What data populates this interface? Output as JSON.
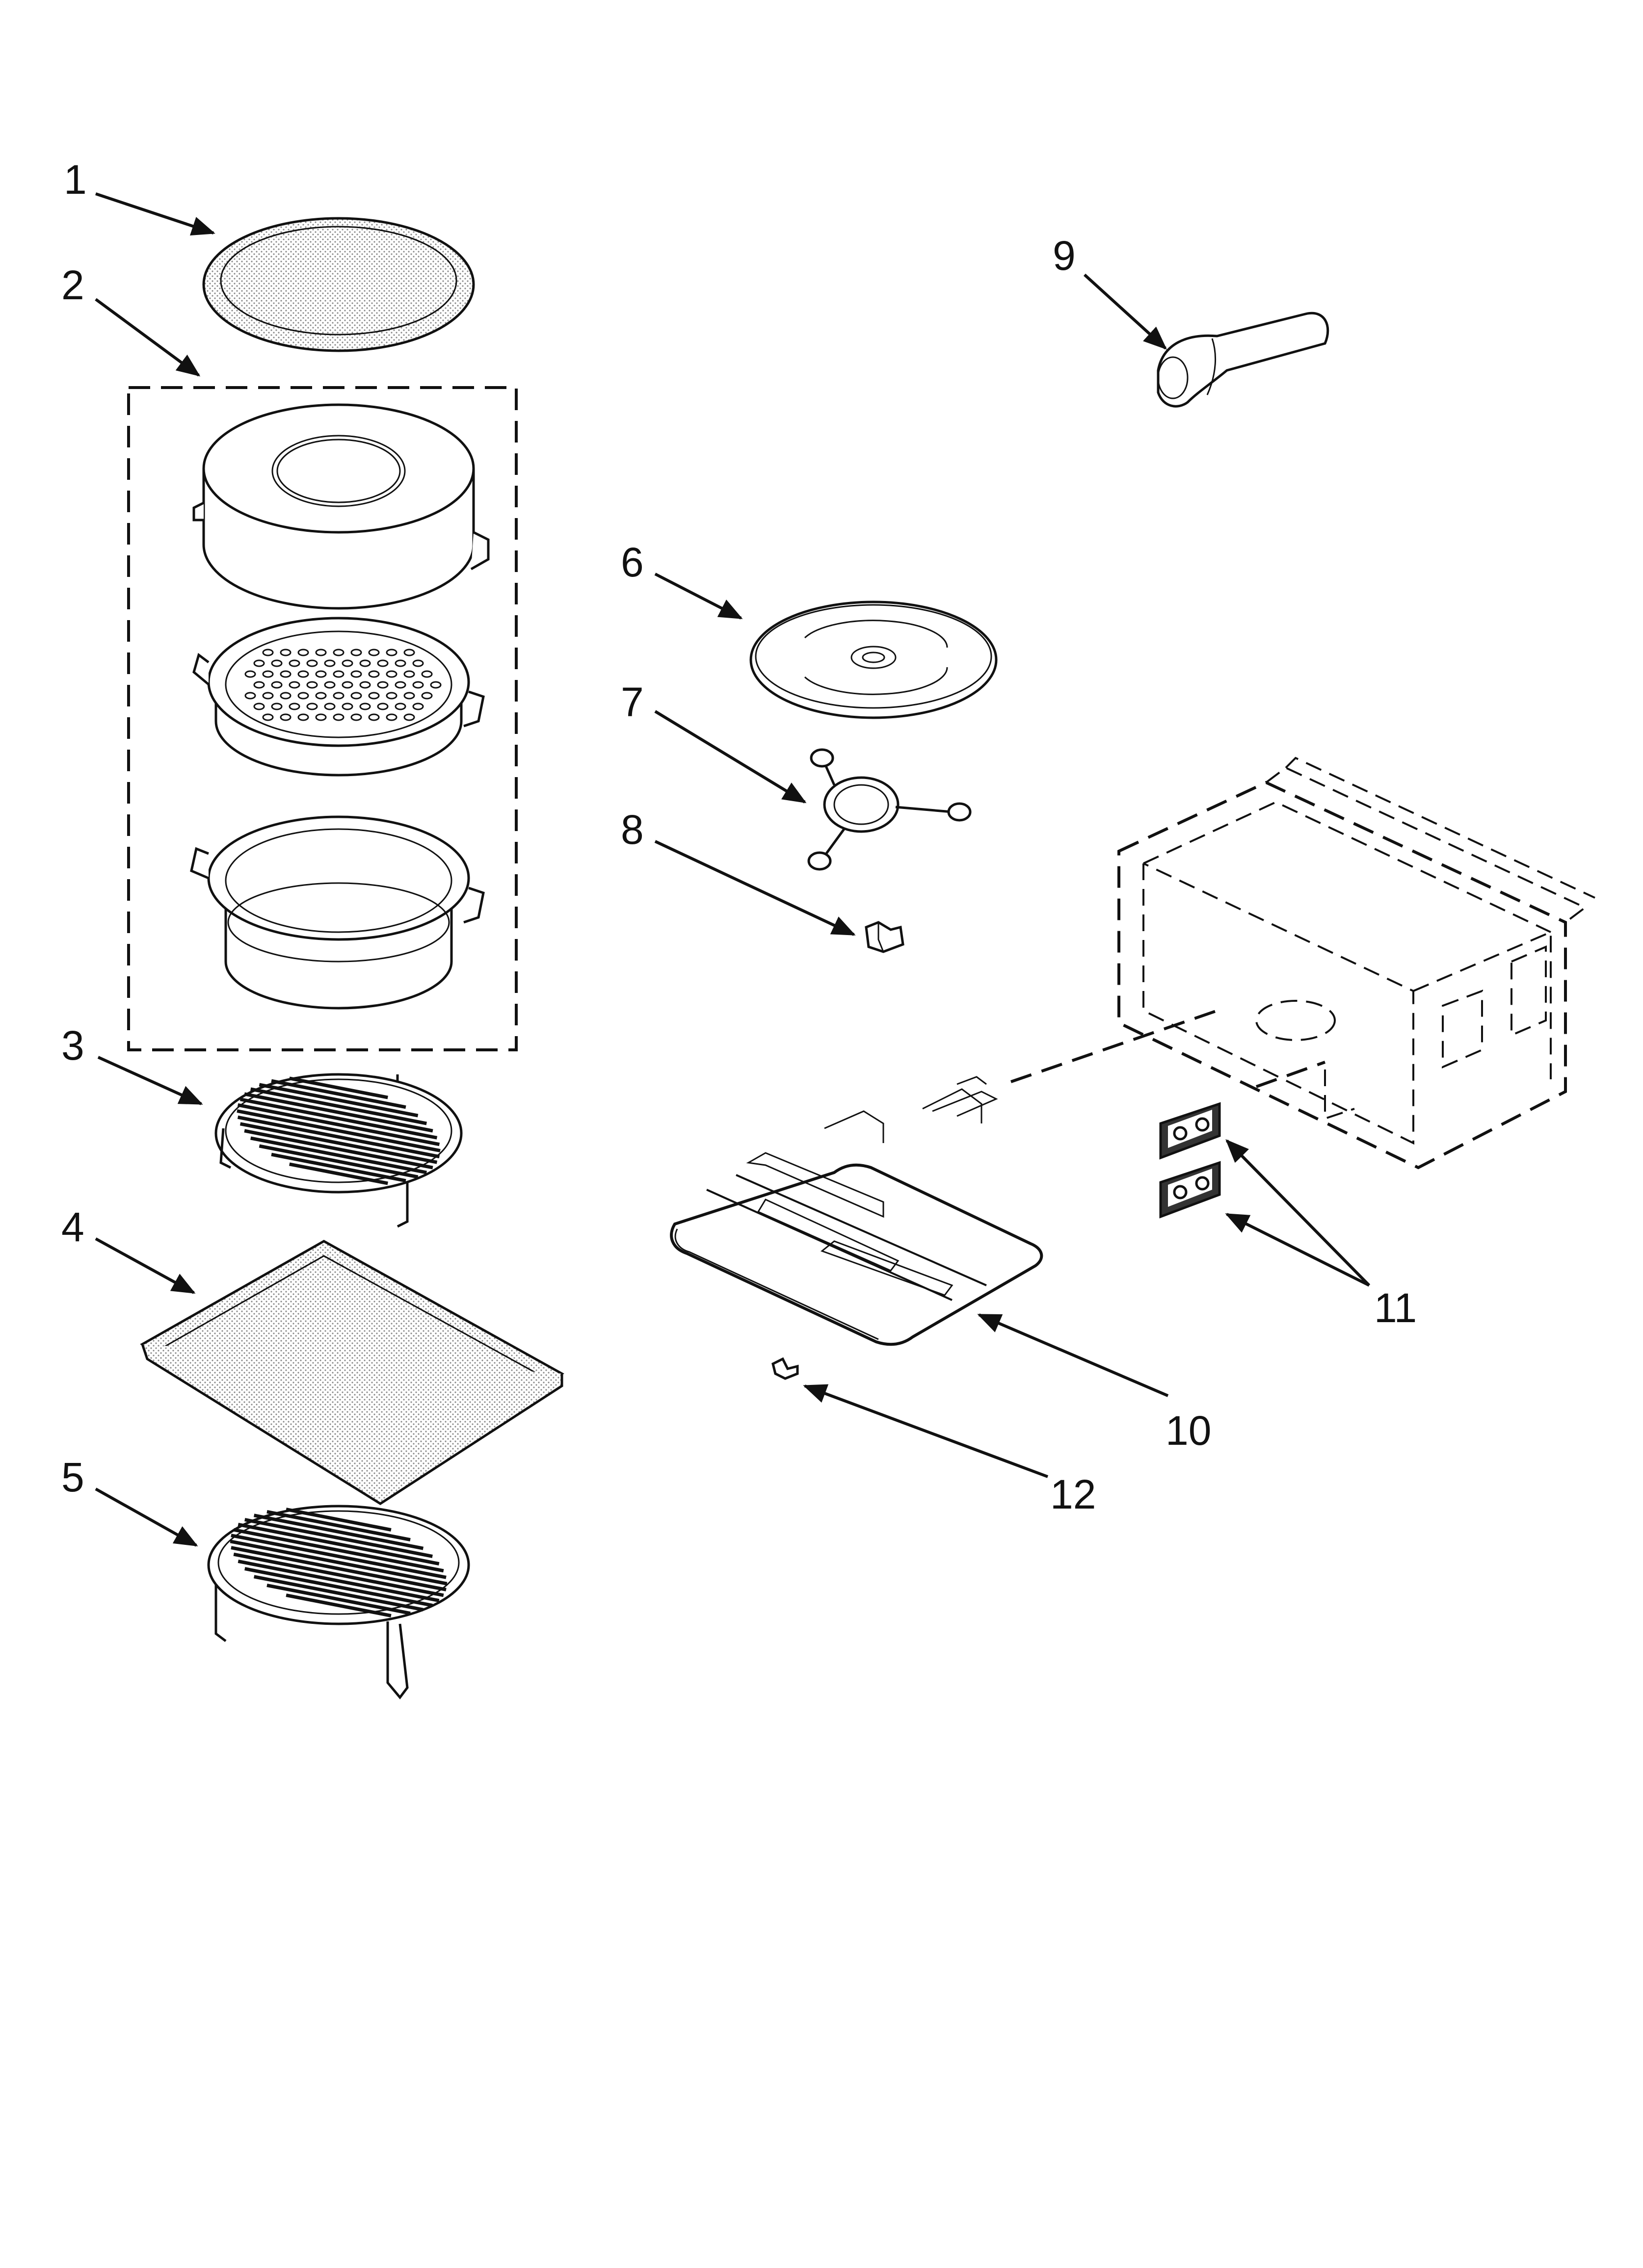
{
  "diagram": {
    "type": "exploded-parts-view",
    "callouts": [
      {
        "id": "1",
        "label": "1"
      },
      {
        "id": "2",
        "label": "2"
      },
      {
        "id": "3",
        "label": "3"
      },
      {
        "id": "4",
        "label": "4"
      },
      {
        "id": "5",
        "label": "5"
      },
      {
        "id": "6",
        "label": "6"
      },
      {
        "id": "7",
        "label": "7"
      },
      {
        "id": "8",
        "label": "8"
      },
      {
        "id": "9",
        "label": "9"
      },
      {
        "id": "10",
        "label": "10"
      },
      {
        "id": "11",
        "label": "11"
      },
      {
        "id": "12",
        "label": "12"
      }
    ],
    "colors": {
      "ink": "#111111",
      "paper": "#ffffff",
      "stipple": "#bdbdbd"
    }
  }
}
